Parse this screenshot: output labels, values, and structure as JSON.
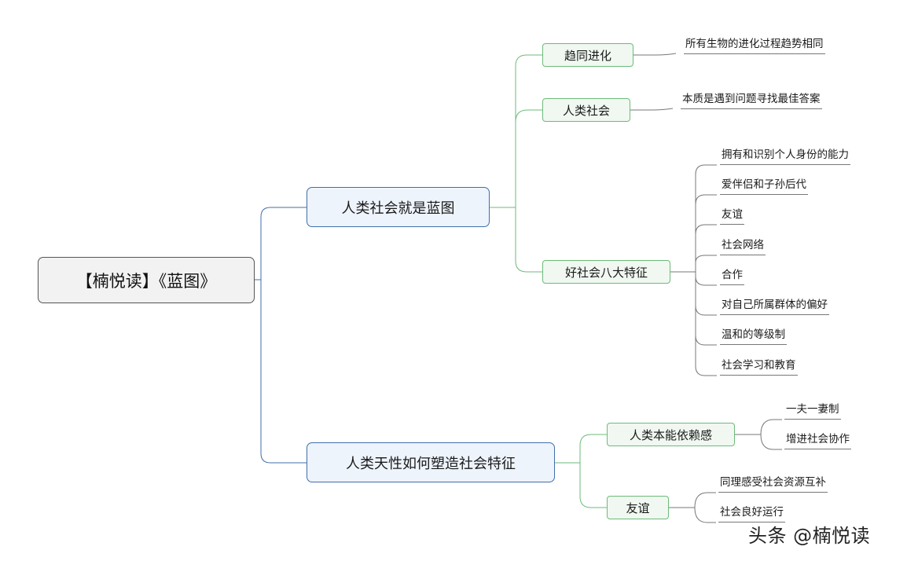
{
  "root": {
    "label": "【楠悦读】《蓝图》"
  },
  "branches": [
    {
      "label": "人类社会就是蓝图",
      "children": [
        {
          "label": "趋同进化",
          "leaves": [
            "所有生物的进化过程趋势相同"
          ]
        },
        {
          "label": "人类社会",
          "leaves": [
            "本质是遇到问题寻找最佳答案"
          ]
        },
        {
          "label": "好社会八大特征",
          "leaves": [
            "拥有和识别个人身份的能力",
            "爱伴侣和子孙后代",
            "友谊",
            "社会网络",
            "合作",
            "对自己所属群体的偏好",
            "温和的等级制",
            "社会学习和教育"
          ]
        }
      ]
    },
    {
      "label": "人类天性如何塑造社会特征",
      "children": [
        {
          "label": "人类本能依赖感",
          "leaves": [
            "一夫一妻制",
            "增进社会协作"
          ]
        },
        {
          "label": "友谊",
          "leaves": [
            "同理感受社会资源互补",
            "社会良好运行"
          ]
        }
      ]
    }
  ],
  "watermark": "头条 @楠悦读",
  "colors": {
    "root_border": "#555555",
    "branch_border": "#3f6fa8",
    "branch_fill": "#eef4fc",
    "sub_border": "#6dbb79",
    "sub_fill": "#f0f8f1",
    "leaf_line": "#777777"
  }
}
